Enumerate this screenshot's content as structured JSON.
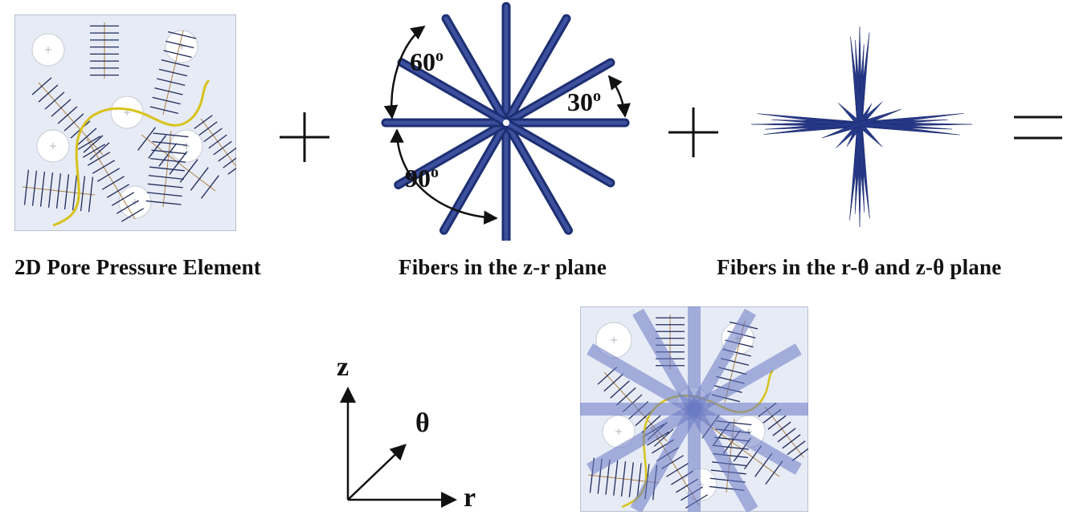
{
  "captions": {
    "pore_element": "2D Pore Pressure Element",
    "fibers_zr": "Fibers in the z-r plane",
    "fibers_rtheta": "Fibers in the r-θ and z-θ plane"
  },
  "angles": {
    "a60": "60",
    "a30": "30",
    "a90": "90",
    "degree_symbol": "o"
  },
  "axes": {
    "z": "z",
    "theta": "θ",
    "r": "r"
  },
  "colors": {
    "fiber": "#2b3f8f",
    "fiber_light": "#4a5fb0",
    "element_bg": "#e6ebf6",
    "element_border": "#b9c0d4",
    "crack": "#d8c21a",
    "sub_fiber": "#1f2a5a",
    "sub_fiber_axis": "#b08040"
  }
}
